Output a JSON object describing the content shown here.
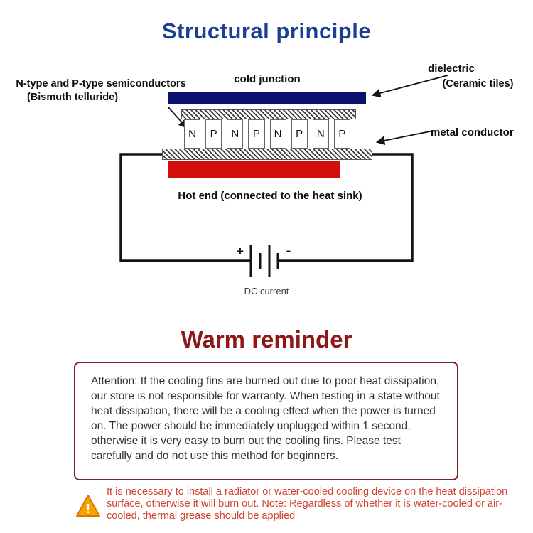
{
  "page": {
    "title": "Structural principle",
    "reminder_title": "Warm reminder"
  },
  "diagram": {
    "labels": {
      "cold_junction": "cold junction",
      "dielectric_line1": "dielectric",
      "dielectric_line2": "(Ceramic tiles)",
      "semiconductors_line1": "N-type and P-type semiconductors",
      "semiconductors_line2": "(Bismuth telluride)",
      "metal_conductor": "metal conductor",
      "hot_end": "Hot end (connected to the heat sink)",
      "plus": "+",
      "minus": "-",
      "dc_current": "DC current"
    },
    "blocks": [
      "N",
      "P",
      "N",
      "P",
      "N",
      "P",
      "N",
      "P"
    ],
    "colors": {
      "title_blue": "#1c3e93",
      "cold_plate_navy": "#0c1170",
      "hot_plate_red": "#d40d0d",
      "reminder_dark_red": "#8e1717",
      "note_red": "#d1432f",
      "warning_amber": "#f5a100"
    }
  },
  "reminder": {
    "attention_text": "Attention: If the cooling fins are burned out due to poor heat dissipation, our store is not responsible for warranty. When testing in a state without heat dissipation, there will be a cooling effect when the power is turned on. The power should be immediately unplugged within 1 second, otherwise it is very easy to burn out the cooling fins. Please test carefully and do not use this method for beginners."
  },
  "footer_note": {
    "warning_icon": "!",
    "text": "It is necessary to install a radiator or water-cooled cooling device on the heat dissipation surface, otherwise it will burn out. Note: Regardless of whether it is water-cooled or air-cooled, thermal grease should be applied"
  }
}
